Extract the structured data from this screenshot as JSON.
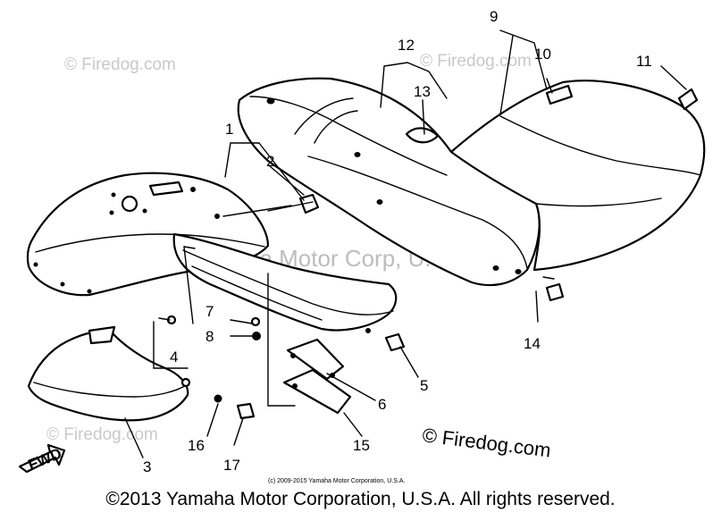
{
  "watermarks": {
    "firedog_top_left": "© Firedog.com",
    "firedog_top_right": "© Firedog.com",
    "firedog_bottom_left": "© Firedog.com",
    "center": "Yamaha Motor Corp, U.S.A."
  },
  "firedog_label": "© Firedog.com",
  "small_copyright": "(c) 2009-2015 Yamaha Motor Corporation, U.S.A.",
  "fwd_label": "FWD",
  "callouts": {
    "c1": "1",
    "c2": "2",
    "c3": "3",
    "c4": "4",
    "c5": "5",
    "c6": "6",
    "c7": "7",
    "c8": "8",
    "c9": "9",
    "c10": "10",
    "c11": "11",
    "c12": "12",
    "c13": "13",
    "c14": "14",
    "c15": "15",
    "c16": "16",
    "c17": "17"
  },
  "footer": "©2013 Yamaha Motor Corporation, U.S.A. All rights reserved."
}
